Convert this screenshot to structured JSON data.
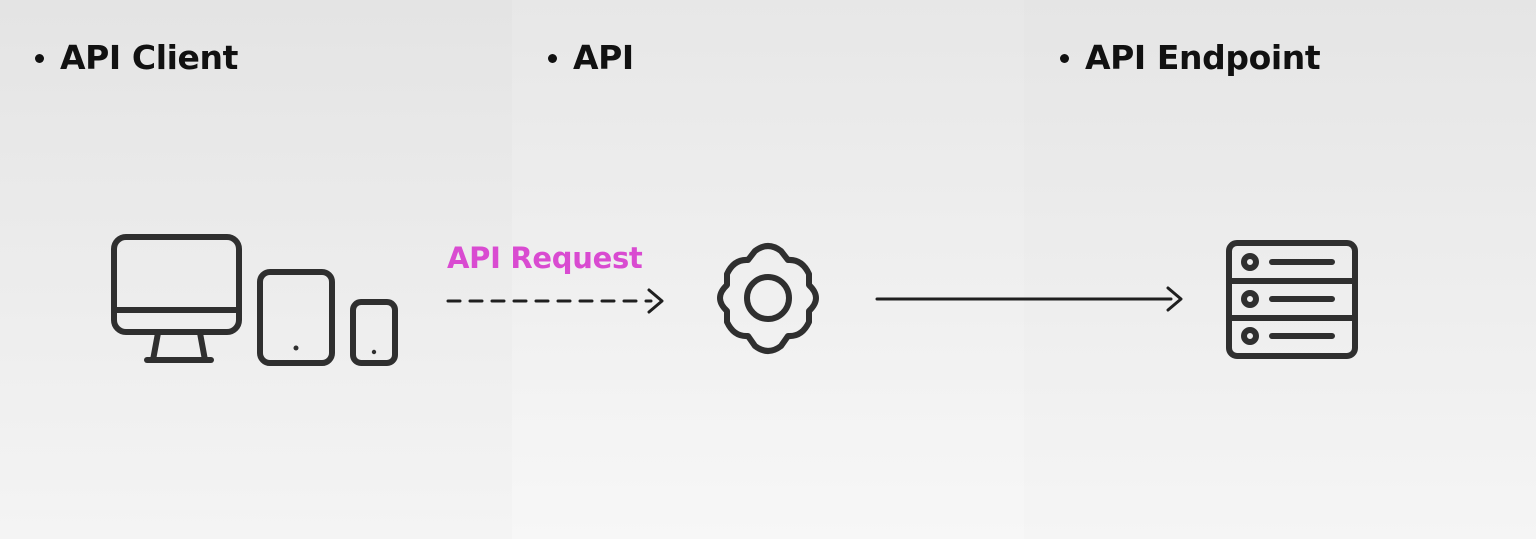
{
  "labels": {
    "client": "API Client",
    "api": "API",
    "endpoint": "API Endpoint",
    "request": "API Request"
  },
  "icons": {
    "client": [
      "desktop-monitor-icon",
      "tablet-icon",
      "smartphone-icon"
    ],
    "api": "gear-icon",
    "endpoint": "server-stack-icon"
  },
  "connectors": {
    "request": "dashed-arrow-right-icon",
    "response": "solid-arrow-right-icon"
  },
  "colors": {
    "text": "#111111",
    "request": "#d94bd1",
    "icon": "#2f2f2f"
  }
}
